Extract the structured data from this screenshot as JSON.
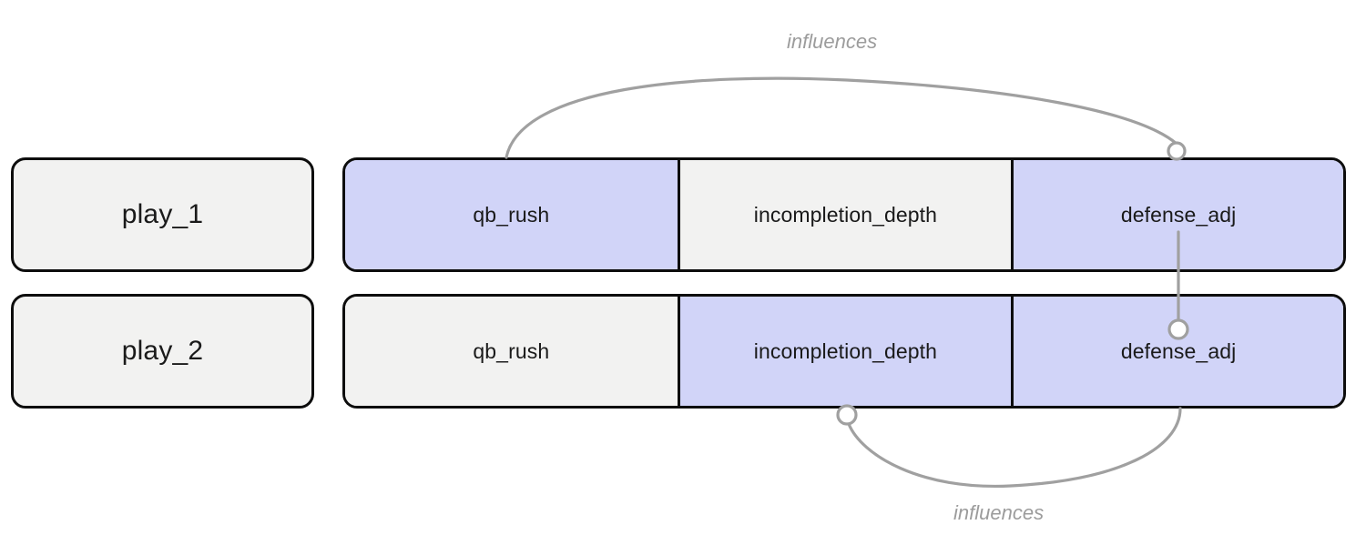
{
  "diagram": {
    "type": "sequence-feature-alignment",
    "background": "#ffffff",
    "highlight_color": "#d1d4f8",
    "neutral_color": "#f2f2f1",
    "border_color": "#0d0d0d",
    "edge_color": "#a0a0a0",
    "rows": [
      {
        "id": "row-1",
        "label": "play_1",
        "cells": [
          {
            "label": "qb_rush",
            "highlighted": true
          },
          {
            "label": "incompletion_depth",
            "highlighted": false
          },
          {
            "label": "defense_adj",
            "highlighted": true
          }
        ]
      },
      {
        "id": "row-2",
        "label": "play_2",
        "cells": [
          {
            "label": "qb_rush",
            "highlighted": false
          },
          {
            "label": "incompletion_depth",
            "highlighted": true
          },
          {
            "label": "defense_adj",
            "highlighted": true
          }
        ]
      }
    ],
    "edges": [
      {
        "id": "edge-top",
        "label": "influences",
        "from": "row-1.qb_rush",
        "to": "row-1.defense_adj",
        "style": "arc-above",
        "endpoint_marker": "circle-at-target"
      },
      {
        "id": "edge-vertical",
        "label": "",
        "from": "row-1.defense_adj",
        "to": "row-2.defense_adj",
        "style": "straight-vertical",
        "endpoint_marker": "circle-at-target"
      },
      {
        "id": "edge-bottom",
        "label": "influences",
        "from": "row-2.defense_adj",
        "to": "row-2.incompletion_depth",
        "style": "arc-below",
        "endpoint_marker": "circle-at-target"
      }
    ]
  }
}
